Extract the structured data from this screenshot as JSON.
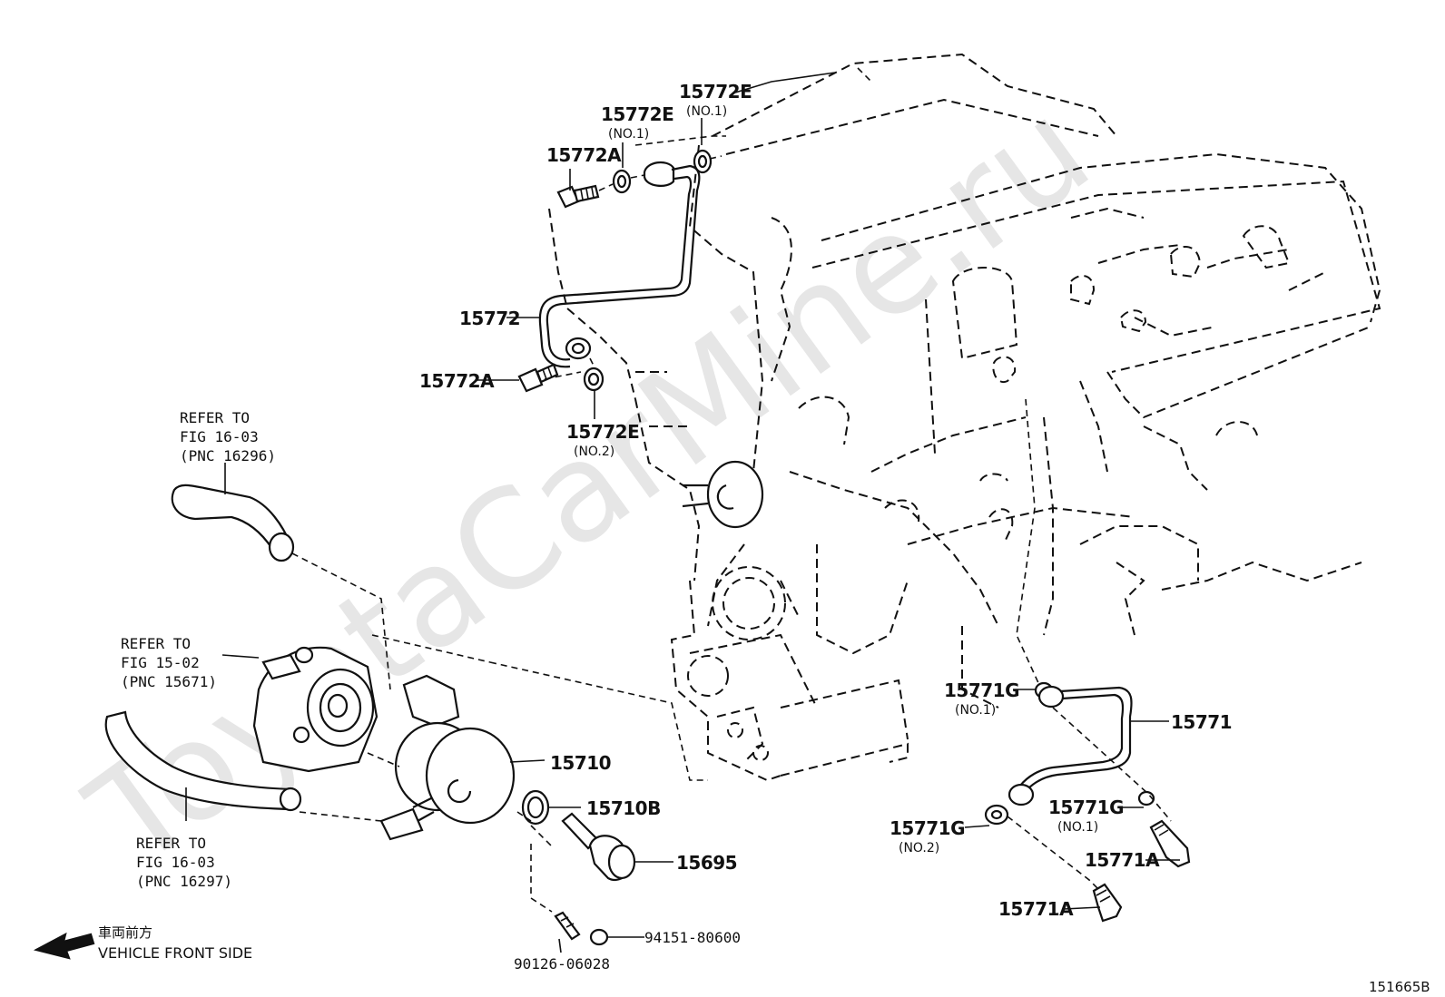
{
  "watermark": "ToyotaCarMine.ru",
  "figure_code": "151665B",
  "direction": {
    "japanese": "車両前方",
    "english": "VEHICLE FRONT SIDE"
  },
  "refs": {
    "ref1": {
      "line1": "REFER TO",
      "line2": "FIG 16-03",
      "line3": "(PNC 16296)"
    },
    "ref2": {
      "line1": "REFER TO",
      "line2": "FIG 15-02",
      "line3": "(PNC 15671)"
    },
    "ref3": {
      "line1": "REFER TO",
      "line2": "FIG 16-03",
      "line3": "(PNC 16297)"
    }
  },
  "labels": {
    "p15772E_top": "15772E",
    "p15772E_top_sub": "(NO.1)",
    "p15772E_mid": "15772E",
    "p15772E_mid_sub": "(NO.1)",
    "p15772A_top": "15772A",
    "p15772": "15772",
    "p15772A_bot": "15772A",
    "p15772E_bot": "15772E",
    "p15772E_bot_sub": "(NO.2)",
    "p15710": "15710",
    "p15710B": "15710B",
    "p15695": "15695",
    "p94151": "94151-80600",
    "p90126": "90126-06028",
    "p15771G_a": "15771G",
    "p15771G_a_sub": "(NO.1)",
    "p15771": "15771",
    "p15771G_b": "15771G",
    "p15771G_b_sub": "(NO.1)",
    "p15771G_c": "15771G",
    "p15771G_c_sub": "(NO.2)",
    "p15771A_a": "15771A",
    "p15771A_b": "15771A"
  }
}
